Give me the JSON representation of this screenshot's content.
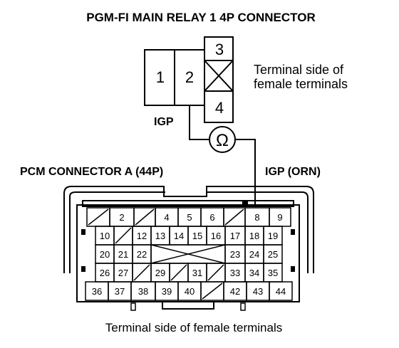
{
  "title": "PGM-FI MAIN RELAY 1 4P CONNECTOR",
  "relay_side_note": [
    "Terminal side of",
    "female terminals"
  ],
  "relay_terminals": [
    "1",
    "2",
    "3",
    "4"
  ],
  "label_igp": "IGP",
  "ohm_symbol": "Ω",
  "pcm_label": "PCM CONNECTOR A (44P)",
  "igp_orn_label": "IGP (ORN)",
  "bottom_note": "Terminal side of female terminals",
  "pcm_rows": [
    [
      "",
      "2",
      "",
      "4",
      "5",
      "6",
      "",
      "8",
      "9"
    ],
    [
      "10",
      "",
      "12",
      "13",
      "14",
      "15",
      "16",
      "17",
      "18",
      "19"
    ],
    [
      "20",
      "21",
      "22",
      "",
      "",
      "",
      "",
      "23",
      "24",
      "25"
    ],
    [
      "26",
      "27",
      "",
      "29",
      "",
      "31",
      "",
      "33",
      "34",
      "35"
    ],
    [
      "36",
      "37",
      "38",
      "39",
      "40",
      "",
      "42",
      "43",
      "44"
    ]
  ]
}
